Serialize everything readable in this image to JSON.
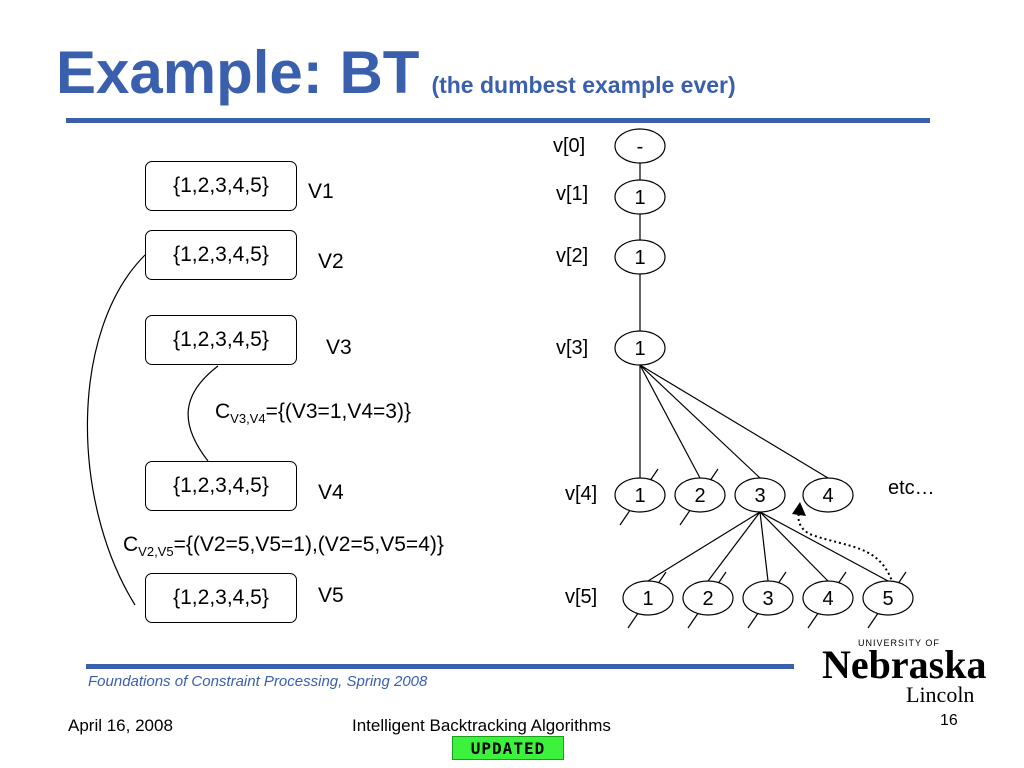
{
  "title": {
    "main": "Example: BT",
    "sub": "(the dumbest example ever)"
  },
  "variables": [
    {
      "domain": "{1,2,3,4,5}",
      "label": "V1"
    },
    {
      "domain": "{1,2,3,4,5}",
      "label": "V2"
    },
    {
      "domain": "{1,2,3,4,5}",
      "label": "V3"
    },
    {
      "domain": "{1,2,3,4,5}",
      "label": "V4"
    },
    {
      "domain": "{1,2,3,4,5}",
      "label": "V5"
    }
  ],
  "constraints": [
    {
      "name": "C",
      "sub": "V3,V4",
      "relation": "={(V3=1,V4=3)}"
    },
    {
      "name": "C",
      "sub": "V2,V5",
      "relation": "={(V2=5,V5=1),(V2=5,V5=4)}"
    }
  ],
  "tree": {
    "levels": [
      "v[0]",
      "v[1]",
      "v[2]",
      "v[3]",
      "v[4]",
      "v[5]"
    ],
    "root": "-",
    "chain": [
      "1",
      "1",
      "1"
    ],
    "level4": [
      "1",
      "2",
      "3",
      "4"
    ],
    "level5": [
      "1",
      "2",
      "3",
      "4",
      "5"
    ],
    "etc": "etc…"
  },
  "footer": {
    "course": "Foundations of Constraint Processing, Spring 2008",
    "date": "April 16, 2008",
    "topic": "Intelligent Backtracking Algorithms",
    "page": "16",
    "badge": "UPDATED"
  },
  "logo": {
    "university_of": "UNIVERSITY OF",
    "name": "Nebraska",
    "campus": "Lincoln"
  },
  "colors": {
    "accent": "#3a5fad",
    "badge": "#3cf23c"
  }
}
